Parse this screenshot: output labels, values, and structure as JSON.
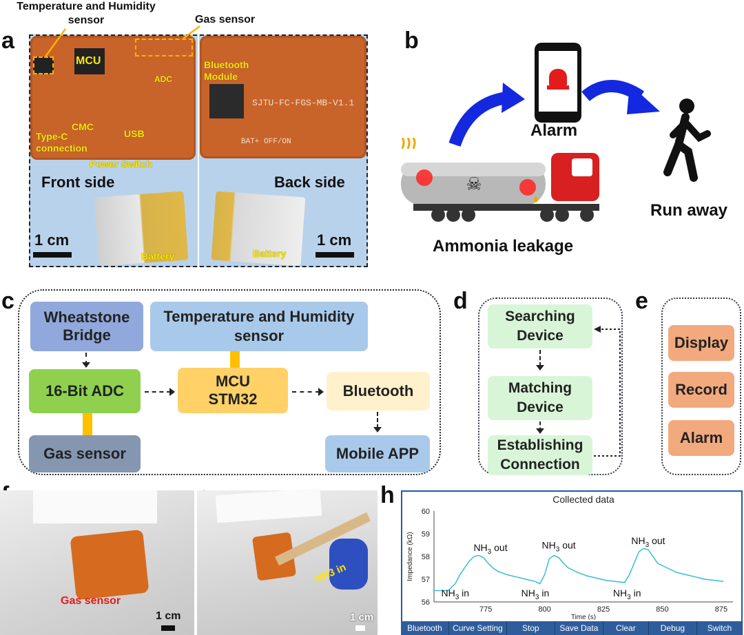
{
  "panels": {
    "a": "a",
    "b": "b",
    "c": "c",
    "d": "d",
    "e": "e",
    "f": "f",
    "g": "g",
    "h": "h"
  },
  "a": {
    "top_label_th": "Temperature and Humidity\nsensor",
    "top_label_gas": "Gas sensor",
    "mcu": "MCU",
    "adc": "ADC",
    "cmc": "CMC",
    "usb": "USB",
    "typec": "Type-C\nconnection",
    "power_switch": "Power Switch",
    "bluetooth_module": "Bluetooth\nModule",
    "board_text": "SJTU-FC-FGS-MB-V1.1",
    "bat_text": "BAT+  OFF/ON",
    "front": "Front side",
    "back": "Back side",
    "battery": "Battery",
    "scale": "1 cm"
  },
  "b": {
    "alarm": "Alarm",
    "run_away": "Run away",
    "ammonia": "Ammonia leakage"
  },
  "c": {
    "wheatstone": "Wheatstone\nBridge",
    "th_sensor": "Temperature and Humidity\nsensor",
    "adc": "16-Bit ADC",
    "mcu": "MCU\nSTM32",
    "bluetooth": "Bluetooth",
    "gas": "Gas sensor",
    "app": "Mobile APP"
  },
  "d": {
    "search": "Searching\nDevice",
    "match": "Matching\nDevice",
    "establish": "Establishing\nConnection"
  },
  "e": {
    "display": "Display",
    "record": "Record",
    "alarm": "Alarm"
  },
  "f": {
    "gas": "Gas sensor",
    "scale": "1 cm"
  },
  "g": {
    "nh3_in": "NH3 in",
    "scale": "1 cm"
  },
  "colors": {
    "blue_arrow": "#1428e0",
    "green_box": "#8fd14f",
    "yellow_box": "#ffd166",
    "light_green": "#d8f5d8",
    "orange_box": "#f2a97e",
    "app_header": "#1f5aa6"
  },
  "chart_data": {
    "type": "line",
    "title": "Collected data",
    "xlabel": "Time (s)",
    "ylabel": "Impedance (kΩ)",
    "xlim": [
      753,
      880
    ],
    "ylim": [
      56,
      60
    ],
    "xticks": [
      775,
      800,
      825,
      850,
      875
    ],
    "yticks": [
      56,
      57,
      58,
      59,
      60
    ],
    "grid": false,
    "series": [
      {
        "color": "#36bcd6",
        "x": [
          753,
          756,
          759,
          762,
          764,
          766,
          768,
          770,
          772,
          774,
          776,
          778,
          780,
          784,
          788,
          792,
          796,
          798,
          800,
          802,
          804,
          806,
          808,
          810,
          814,
          818,
          822,
          826,
          830,
          834,
          836,
          838,
          840,
          842,
          844,
          846,
          848,
          852,
          856,
          860,
          864,
          868,
          872,
          876
        ],
        "y": [
          56.5,
          56.5,
          56.5,
          56.8,
          57.2,
          57.5,
          57.8,
          58.0,
          58.05,
          57.95,
          57.7,
          57.5,
          57.35,
          57.2,
          57.1,
          57.0,
          56.9,
          56.8,
          57.2,
          57.9,
          58.05,
          57.95,
          57.7,
          57.5,
          57.3,
          57.15,
          57.05,
          56.95,
          56.9,
          56.85,
          57.2,
          57.7,
          58.2,
          58.35,
          58.3,
          58.0,
          57.7,
          57.5,
          57.3,
          57.2,
          57.1,
          57.0,
          56.95,
          56.9
        ]
      }
    ],
    "annotations": [
      {
        "text": "NH3 out",
        "x": 777,
        "y": 58.25
      },
      {
        "text": "NH3 out",
        "x": 806,
        "y": 58.35
      },
      {
        "text": "NH3 out",
        "x": 844,
        "y": 58.55
      },
      {
        "text": "NH3 in",
        "x": 762,
        "y": 56.25
      },
      {
        "text": "NH3 in",
        "x": 796,
        "y": 56.25
      },
      {
        "text": "NH3 in",
        "x": 835,
        "y": 56.25
      }
    ]
  },
  "app_buttons": [
    "Bluetooth",
    "Curve Setting",
    "Stop",
    "Save Data",
    "Clear",
    "Debug",
    "Switch"
  ]
}
